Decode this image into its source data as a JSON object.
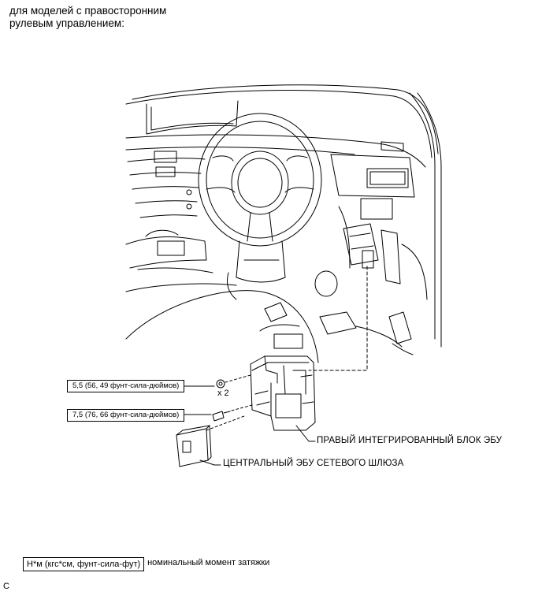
{
  "header": {
    "line1": "для моделей с правосторонним",
    "line2": "рулевым управлением:"
  },
  "callouts": {
    "torque_nut": "5,5 (56, 49 фунт-сила-дюймов)",
    "torque_bolt": "7,5 (76, 66 фунт-сила-дюймов)",
    "quantity": "x 2"
  },
  "labels": {
    "ecu_block": "ПРАВЫЙ ИНТЕГРИРОВАННЫЙ БЛОК ЭБУ",
    "gateway_ecu": "ЦЕНТРАЛЬНЫЙ ЭБУ СЕТЕВОГО ШЛЮЗА"
  },
  "legend": {
    "unit": "Н*м (кгс*см, фунт-сила-фут)",
    "description": ": номинальный момент затяжки"
  },
  "figure_code": "C"
}
